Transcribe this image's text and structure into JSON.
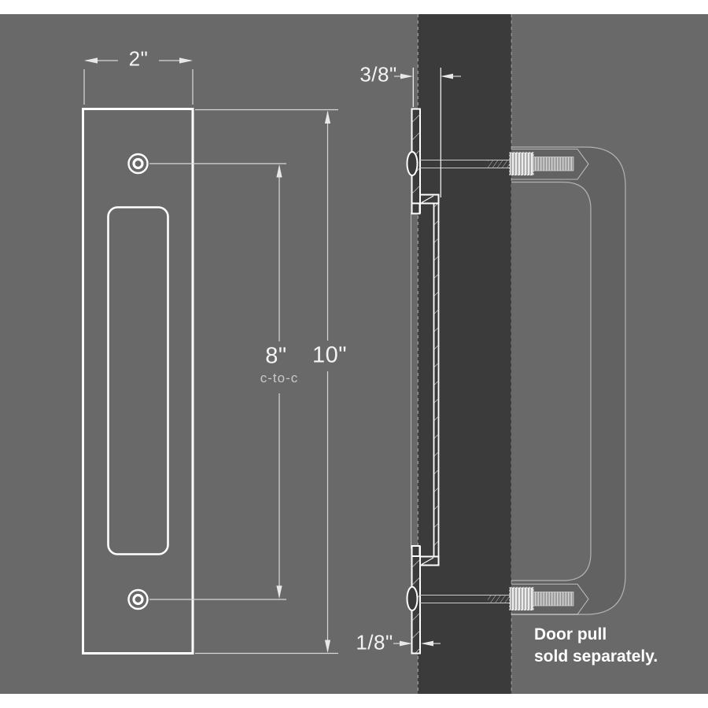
{
  "figure": {
    "kind": "flush-door-pull-dimension-diagram",
    "views": [
      "front-view",
      "side-section-view"
    ]
  },
  "front_view": {
    "width_dim": "2\"",
    "height_dim": "10\"",
    "hole_spacing_dim": "8\"",
    "hole_spacing_note": "c-to-c"
  },
  "side_view": {
    "projection_dim": "3/8\"",
    "thickness_dim": "1/8\""
  },
  "annotation": {
    "line1": "Door pull",
    "line2": "sold separately."
  },
  "colors": {
    "page_background": "#ffffff",
    "canvas_gray": "#696969",
    "door_section_dark": "#3b3b3b",
    "drawing_line": "#ffffff",
    "dimension_line": "#d8d8d8",
    "dimension_text": "#f4f4f4",
    "secondary_text": "#c9c9c9",
    "ghost_outline": "rgba(255,255,255,0.5)"
  }
}
